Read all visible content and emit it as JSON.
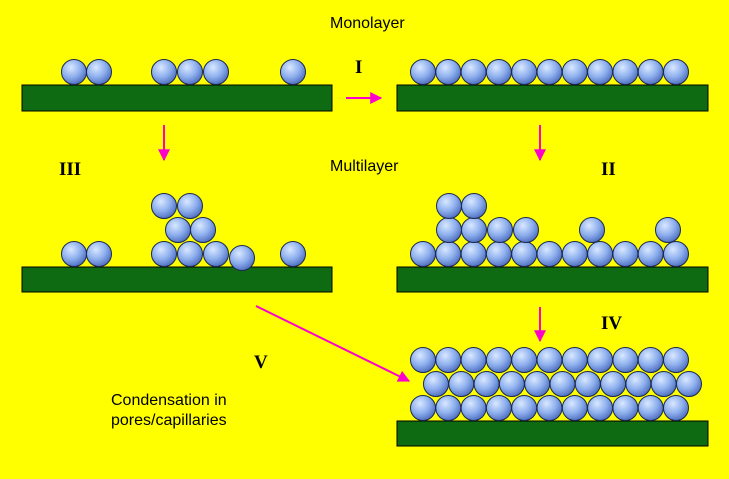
{
  "labels": {
    "monolayer": "Monolayer",
    "multilayer": "Multilayer",
    "stage_1": "I",
    "stage_2": "II",
    "stage_3": "III",
    "stage_4": "IV",
    "stage_5": "V",
    "condensation_line1": "Condensation in",
    "condensation_line2": "pores/capillaries"
  },
  "colors": {
    "background": "#ffff00",
    "substrate": "#0f6b12",
    "substrate_border": "#000000",
    "molecule_light": "#d8e8ff",
    "molecule_mid": "#8fb0ee",
    "molecule_dark": "#4f6fc0",
    "molecule_border": "#1a2a50",
    "arrow": "#ff00cc"
  }
}
